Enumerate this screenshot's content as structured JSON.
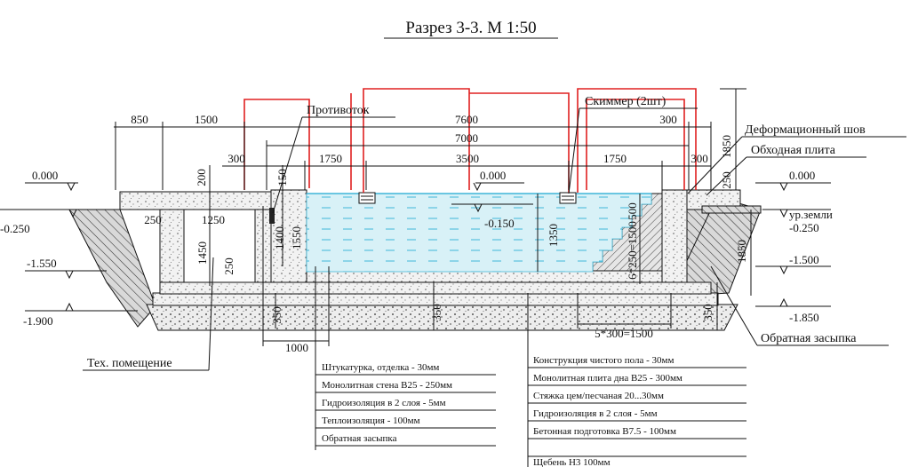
{
  "title": "Разрез 3-3. М 1:50",
  "callouts": {
    "counterflow": "Противоток",
    "skimmer": "Скиммер (2шт)",
    "expansion_joint": "Деформационный шов",
    "bypass_slab": "Обходная плита",
    "ground_level": "ур.земли",
    "tech_room": "Тех. помещение",
    "backfill": "Обратная засыпка"
  },
  "dims": {
    "d850": "850",
    "d1500": "1500",
    "d7600": "7600",
    "d300a": "300",
    "d7000": "7000",
    "d300b": "300",
    "d1750a": "1750",
    "d3500": "3500",
    "d1750b": "1750",
    "d300c": "300",
    "d1850a": "1850",
    "d250top": "250",
    "d200": "200",
    "d150": "150",
    "d250a": "250",
    "d1250": "1250",
    "d1450": "1450",
    "d250b": "250",
    "d1400": "1400",
    "d1550": "1550",
    "d1350": "1350",
    "d500": "500",
    "d6x250": "6*250=1500",
    "d1850b": "1850",
    "d350a": "350",
    "d350b": "350",
    "d350c": "350",
    "d1000": "1000",
    "d5x300": "5*300=1500"
  },
  "levels": {
    "l0_left": "0.000",
    "l025_left": "-0.250",
    "l155_left": "-1.550",
    "l190_left": "-1.900",
    "l0_water": "0.000",
    "l015": "-0.150",
    "l0_right": "0.000",
    "l025_right": "-0.250",
    "l150_right": "-1.500",
    "l185_right": "-1.850"
  },
  "wall_layers": [
    "Штукатурка, отделка - 30мм",
    "Монолитная стена В25 - 250мм",
    "Гидроизоляция в 2 слоя - 5мм",
    "Теплоизоляция - 100мм",
    "Обратная засыпка"
  ],
  "floor_layers": [
    "Конструкция чистого пола - 30мм",
    "Монолитная плита дна В25 - 300мм",
    "Стяжка цем/песчаная 20...30мм",
    "Гидроизоляция в 2 слоя - 5мм",
    "Бетонная подготовка В7.5 - 100мм",
    "Щебень Н3 100мм"
  ],
  "colors": {
    "water": "#d8f1f7",
    "water_dash": "#3fb6d8",
    "pipe": "#e02020",
    "line": "#111111"
  }
}
